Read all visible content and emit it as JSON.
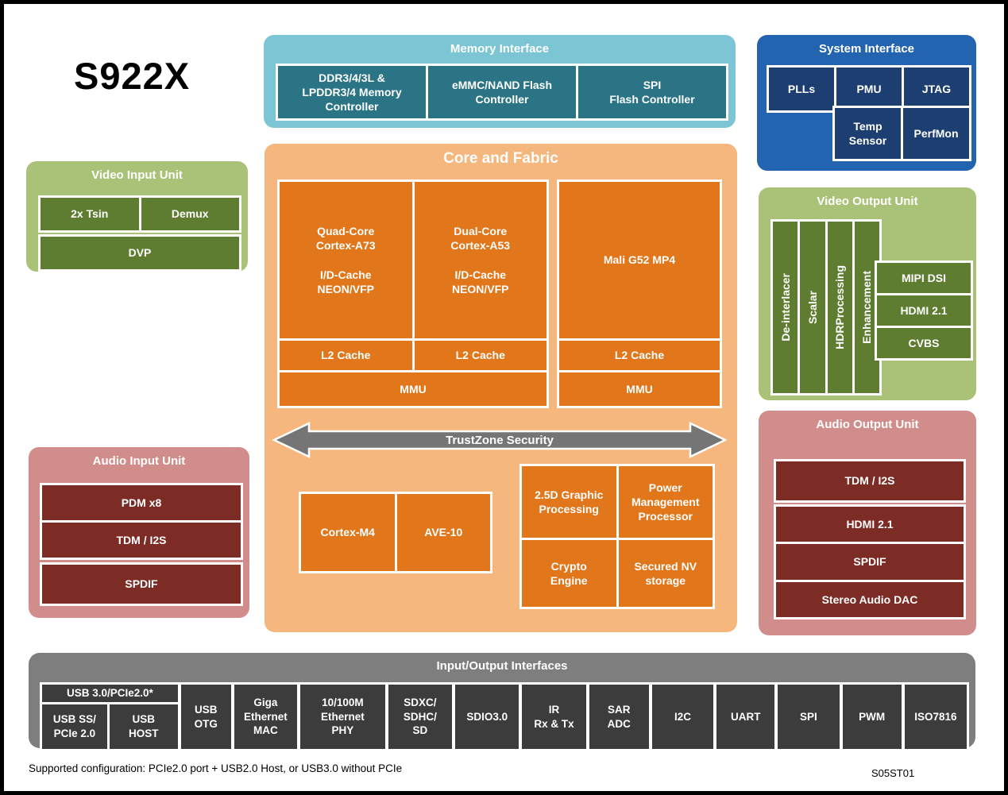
{
  "colors": {
    "frame": "#000000",
    "memory_bg": "#7CC5D4",
    "memory_box": "#2A7486",
    "system_bg": "#2264AF",
    "system_box": "#1D3E71",
    "video_bg": "#AAC278",
    "video_box": "#5E7D30",
    "core_bg": "#F5B77E",
    "core_box": "#E1771A",
    "audio_bg": "#D18D8B",
    "audio_box": "#7C2C25",
    "io_bg": "#7E7E7E",
    "io_box": "#3C3C3C",
    "arrow": "#757575",
    "text_on_box": "#FFFFFF"
  },
  "page": {
    "title": "S922X",
    "footnote": "Supported configuration: PCIe2.0 port + USB2.0 Host, or USB3.0 without PCIe",
    "doc_code": "S05ST01"
  },
  "memory": {
    "title": "Memory Interface",
    "items": [
      "DDR3/4/3L &\nLPDDR3/4 Memory\nController",
      "eMMC/NAND Flash\nController",
      "SPI\nFlash Controller"
    ]
  },
  "system": {
    "title": "System Interface",
    "row1": [
      "PLLs",
      "PMU",
      "JTAG"
    ],
    "row2": [
      "Temp\nSensor",
      "PerfMon"
    ]
  },
  "video_input": {
    "title": "Video Input Unit",
    "row": [
      "2x Tsin",
      "Demux"
    ],
    "dvp": "DVP"
  },
  "core": {
    "title": "Core and Fabric",
    "cpu": {
      "a73": "Quad-Core\nCortex-A73\n\nI/D-Cache\nNEON/VFP",
      "a53": "Dual-Core\nCortex-A53\n\nI/D-Cache\nNEON/VFP",
      "l2_a73": "L2 Cache",
      "l2_a53": "L2 Cache",
      "mmu": "MMU"
    },
    "gpu": {
      "name": "Mali G52 MP4",
      "l2": "L2 Cache",
      "mmu": "MMU"
    },
    "trustzone": "TrustZone Security",
    "coprocessors": [
      "Cortex-M4",
      "AVE-10"
    ],
    "security": [
      "2.5D Graphic\nProcessing",
      "Power\nManagement\nProcessor",
      "Crypto\nEngine",
      "Secured NV\nstorage"
    ]
  },
  "video_output": {
    "title": "Video Output Unit",
    "pipeline": [
      "De-interlacer",
      "Scalar",
      "HDRProcessing",
      "Enhancement"
    ],
    "outputs": [
      "MIPI DSI",
      "HDMI 2.1",
      "CVBS"
    ]
  },
  "audio_input": {
    "title": "Audio Input Unit",
    "group": [
      "PDM x8",
      "TDM / I2S"
    ],
    "spdif": "SPDIF"
  },
  "audio_output": {
    "title": "Audio Output Unit",
    "tdm": "TDM / I2S",
    "group": [
      "HDMI 2.1",
      "SPDIF",
      "Stereo Audio DAC"
    ]
  },
  "io": {
    "title": "Input/Output Interfaces",
    "usb": {
      "header": "USB 3.0/PCIe2.0*",
      "items": [
        "USB SS/\nPCIe 2.0",
        "USB\nHOST"
      ]
    },
    "items": [
      "USB\nOTG",
      "Giga\nEthernet\nMAC",
      "10/100M\nEthernet\nPHY",
      "SDXC/\nSDHC/\nSD",
      "SDIO3.0",
      "IR\nRx & Tx",
      "SAR\nADC",
      "I2C",
      "UART",
      "SPI",
      "PWM",
      "ISO7816"
    ]
  }
}
